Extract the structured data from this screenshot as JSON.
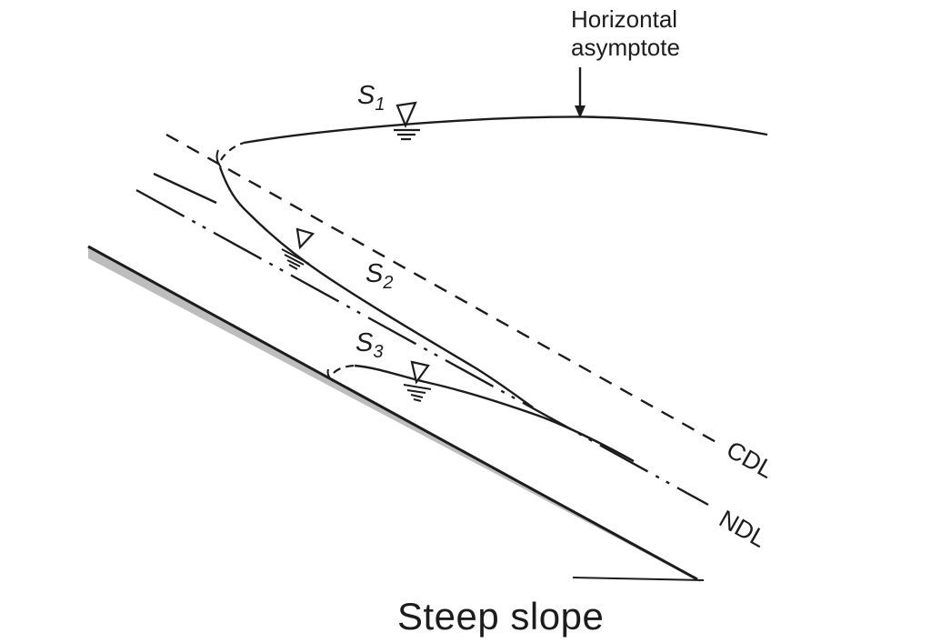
{
  "colors": {
    "stroke": "#1c1c1c",
    "bed_fill": "#bdbdbd",
    "background": "#ffffff"
  },
  "annotation": {
    "line1": "Horizontal",
    "line2": "asymptote"
  },
  "depth_lines": {
    "cdl_label": "CDL",
    "ndl_label": "NDL"
  },
  "profiles": [
    {
      "base": "S",
      "sub": "1"
    },
    {
      "base": "S",
      "sub": "2"
    },
    {
      "base": "S",
      "sub": "3"
    }
  ],
  "caption": "Steep slope"
}
